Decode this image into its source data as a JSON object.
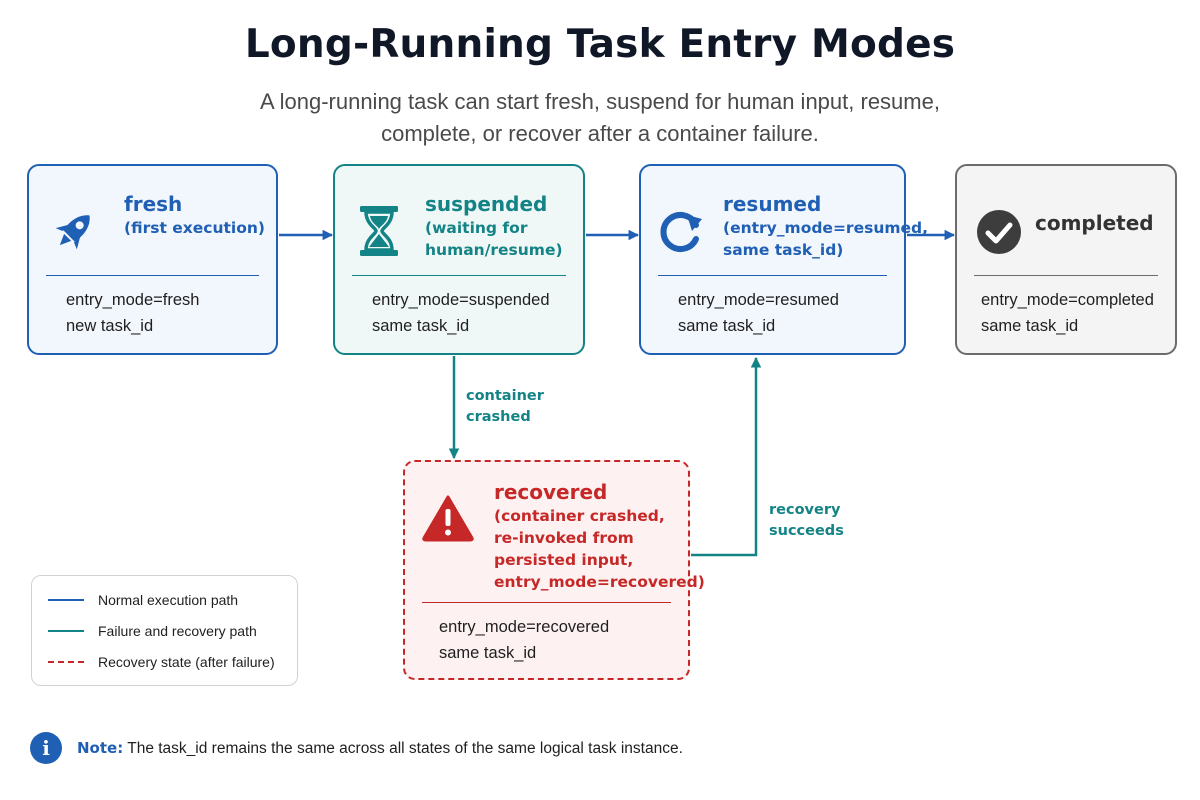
{
  "header": {
    "title": "Long-Running Task Entry Modes",
    "subtitle": "A long-running task can start fresh, suspend for human input, resume,\ncomplete, or recover after a container failure."
  },
  "nodes": {
    "fresh": {
      "title": "fresh",
      "subtitle": "(first execution)",
      "lines": [
        "entry_mode=fresh",
        "new task_id"
      ],
      "icon": "rocket-icon",
      "color": "#1f5fb4"
    },
    "suspended": {
      "title": "suspended",
      "subtitle": "(waiting for\nhuman/resume)",
      "lines": [
        "entry_mode=suspended",
        "same task_id"
      ],
      "icon": "hourglass-icon",
      "color": "#138386"
    },
    "resumed": {
      "title": "resumed",
      "subtitle": "(entry_mode=resumed,\nsame task_id)",
      "lines": [
        "entry_mode=resumed",
        "same task_id"
      ],
      "icon": "refresh-arrow-icon",
      "color": "#1f5fb4"
    },
    "completed": {
      "title": "completed",
      "lines": [
        "entry_mode=completed",
        "same task_id"
      ],
      "icon": "check-circle-icon",
      "color": "#6b6b6b"
    },
    "recovered": {
      "title": "recovered",
      "subtitle": "(container crashed,\nre-invoked from\npersisted input,\nentry_mode=recovered)",
      "lines": [
        "entry_mode=recovered",
        "same task_id"
      ],
      "icon": "warning-triangle-icon",
      "color": "#c62828"
    }
  },
  "edges": {
    "container_crashed": "container\ncrashed",
    "recovery_succeeds": "recovery\nsucceeds"
  },
  "legend": {
    "items": [
      {
        "label": "Normal execution path",
        "style": "solid",
        "color": "#1f5fb4"
      },
      {
        "label": "Failure and recovery path",
        "style": "solid",
        "color": "#138386"
      },
      {
        "label": "Recovery state (after failure)",
        "style": "dashed",
        "color": "#c62828"
      }
    ]
  },
  "note": {
    "label": "Note:",
    "text": " The task_id remains the same across all states of the same logical task instance.",
    "icon": "info-icon"
  }
}
